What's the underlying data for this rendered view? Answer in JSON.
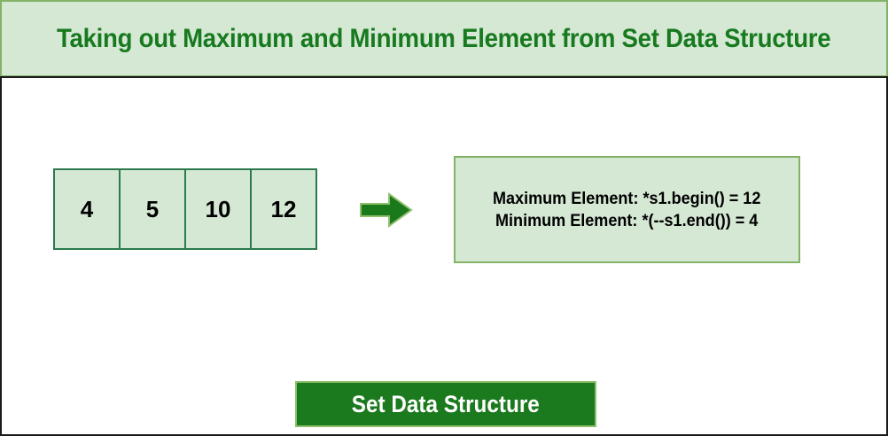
{
  "header": {
    "title": "Taking out Maximum and Minimum Element from Set Data Structure"
  },
  "array": {
    "cells": [
      "4",
      "5",
      "10",
      "12"
    ]
  },
  "arrow": {
    "icon": "right-arrow"
  },
  "result_box": {
    "lines": [
      "Maximum Element: *s1.begin() = 12",
      "Minimum Element: *(--s1.end()) = 4"
    ]
  },
  "footer": {
    "label": "Set Data Structure"
  },
  "colors": {
    "light_green_fill": "#d5e8d4",
    "green_border": "#82b366",
    "cell_border_green": "#2b7a4d",
    "dark_green_fill": "#1b7a1e",
    "title_green": "#177a1f",
    "arrow_green": "#1a7a1b",
    "arrow_outline": "#8ebf6d",
    "panel_border": "#1a1a1a",
    "text_black": "#000000",
    "text_white": "#ffffff"
  }
}
